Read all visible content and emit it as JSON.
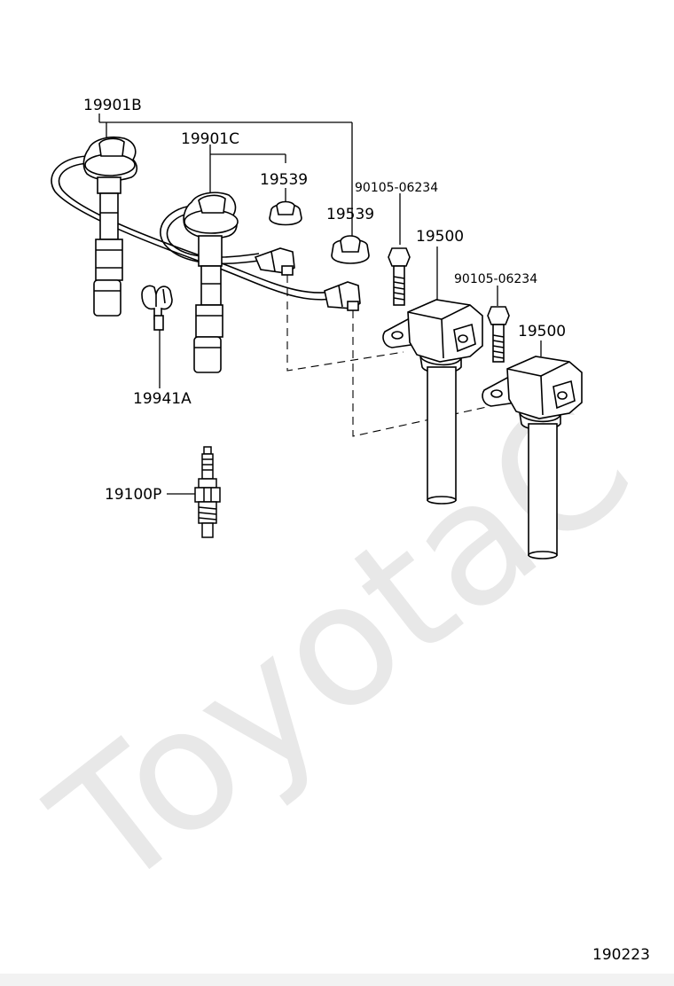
{
  "diagram": {
    "labels": {
      "p19901B": "19901B",
      "p19901C": "19901C",
      "p19539a": "19539",
      "p19539b": "19539",
      "p90105a": "90105-06234",
      "p90105b": "90105-06234",
      "p19500a": "19500",
      "p19500b": "19500",
      "p19941A": "19941A",
      "p19100P": "19100P"
    },
    "figure_number": "190223",
    "watermark": "ToyotaC"
  },
  "colors": {
    "line": "#000000",
    "background": "#ffffff",
    "watermark": "#e8e8e8",
    "bottom_band": "#f2f2f2"
  }
}
